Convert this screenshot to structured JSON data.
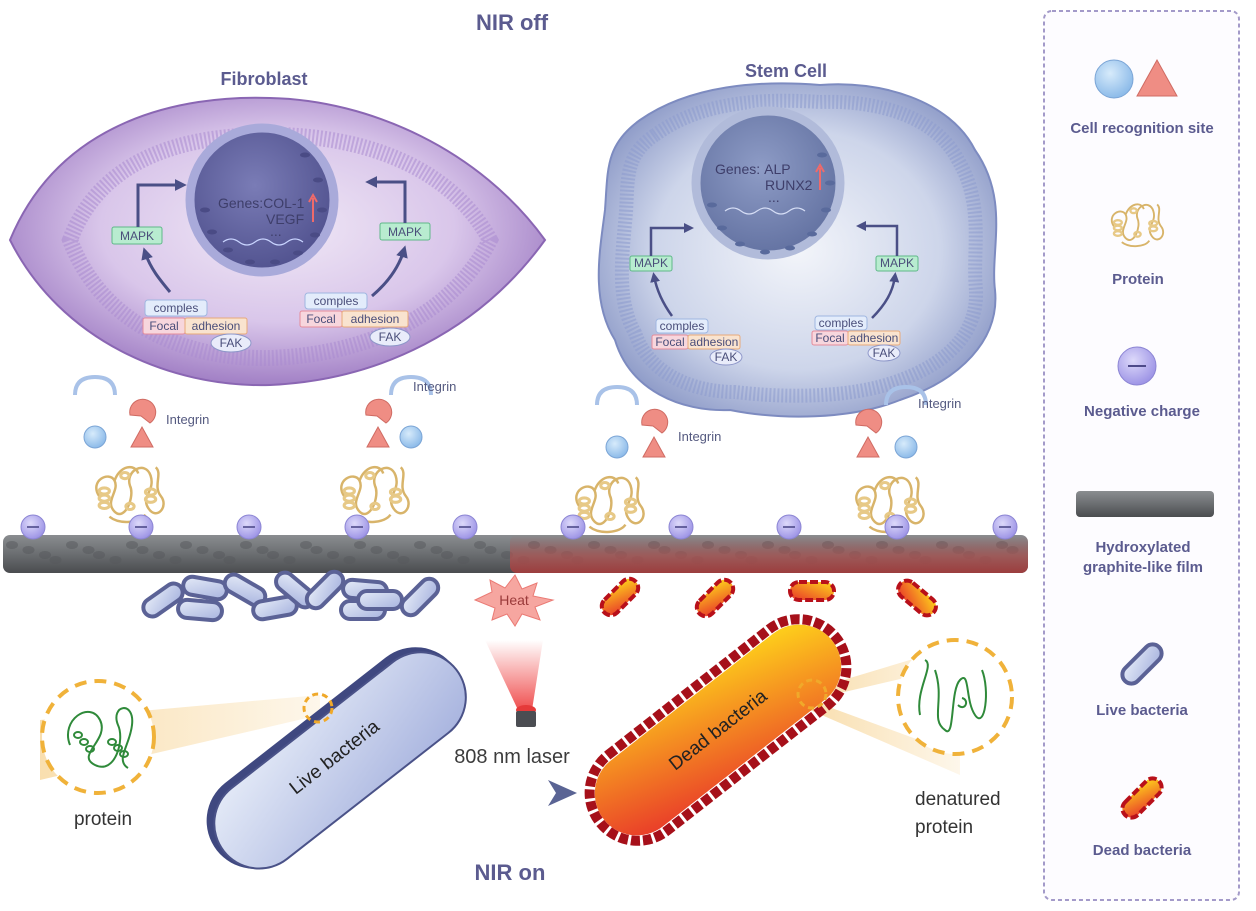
{
  "titles": {
    "top": "NIR off",
    "bottom": "NIR on"
  },
  "cells": [
    {
      "name": "Fibroblast",
      "genes_prefix": "Genes:",
      "genes": [
        "COL-1",
        "VEGF"
      ],
      "ellipsis": "...",
      "pathway": {
        "mapk": "MAPK",
        "complex": "comples",
        "focal": "Focal",
        "adhesion": "adhesion",
        "fak": "FAK"
      },
      "receptor_label": "Integrin"
    },
    {
      "name": "Stem Cell",
      "genes_prefix": "Genes:",
      "genes": [
        "ALP",
        "RUNX2"
      ],
      "ellipsis": "...",
      "pathway": {
        "mapk": "MAPK",
        "complex": "comples",
        "focal": "Focal",
        "adhesion": "adhesion",
        "fak": "FAK"
      },
      "receptor_label": "Integrin"
    }
  ],
  "surface": {
    "heat_label": "Heat",
    "laser_label": "808 nm laser",
    "negative_charge_count": 10,
    "live_bacteria_count": 11,
    "dead_bacteria_count": 4
  },
  "bottom": {
    "live_bacteria_label": "Live bacteria",
    "dead_bacteria_label": "Dead bacteria",
    "protein_label": "protein",
    "denatured_label_1": "denatured",
    "denatured_label_2": "protein"
  },
  "legend": {
    "items": [
      {
        "icon": "cell-recognition-site-icon",
        "label": "Cell recognition site"
      },
      {
        "icon": "protein-icon",
        "label": "Protein"
      },
      {
        "icon": "negative-charge-icon",
        "label": "Negative charge"
      },
      {
        "icon": "graphite-film-icon",
        "label_lines": [
          "Hydroxylated",
          "graphite-like film"
        ]
      },
      {
        "icon": "live-bacteria-icon",
        "label": "Live bacteria"
      },
      {
        "icon": "dead-bacteria-icon",
        "label": "Dead bacteria"
      }
    ]
  },
  "colors": {
    "title": "#5b5b8f",
    "fibroblast": "#9a7fc0",
    "stem_cell": "#8e9cc8",
    "nucleus": "#5d5f9c",
    "film": "#5f6265",
    "live_bacteria": "#5b6296",
    "dead_bacteria": "#b8101a",
    "protein": "#e0c27a",
    "recognition_circle": "#9ec8ee",
    "recognition_triangle": "#ee8478",
    "negative_charge": "#b8b2ee"
  }
}
